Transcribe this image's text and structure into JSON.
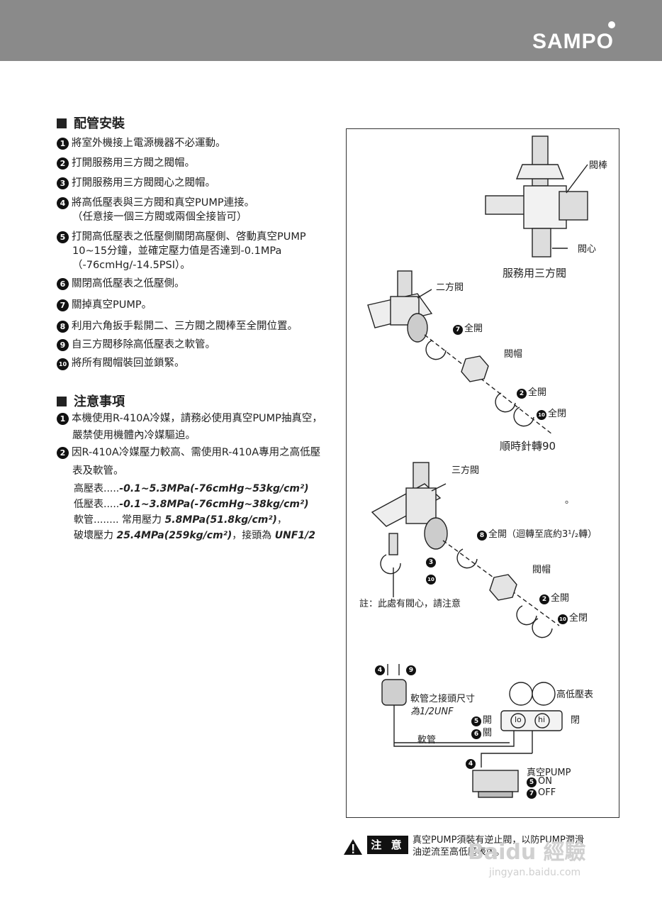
{
  "header": {
    "logo": "SAMPO"
  },
  "piping": {
    "title": "配管安裝",
    "steps": [
      {
        "n": "1",
        "text": "將室外機接上電源機器不必運動。"
      },
      {
        "n": "2",
        "text": "打開服務用三方閥之閥帽。"
      },
      {
        "n": "3",
        "text": "打開服務用三方閥閥心之閥帽。"
      },
      {
        "n": "4",
        "text": "將高低壓表與三方閥和真空PUMP連接。",
        "sub": "（任意接一個三方閥或兩個全接皆可）"
      },
      {
        "n": "5",
        "text": "打開高低壓表之低壓側關閉高壓側、啓動真空PUMP",
        "sub": "10~15分鐘，並確定壓力值是否達到-0.1MPa",
        "sub2": "（-76cmHg/-14.5PSI）。"
      },
      {
        "n": "6",
        "text": "關閉高低壓表之低壓側。"
      },
      {
        "n": "7",
        "text": "關掉真空PUMP。"
      },
      {
        "n": "8",
        "text": "利用六角扳手鬆開二、三方閥之閥棒至全開位置。"
      },
      {
        "n": "9",
        "text": "自三方閥移除高低壓表之軟管。"
      },
      {
        "n": "10",
        "text": "將所有閥帽裝回並鎖緊。"
      }
    ]
  },
  "caution": {
    "title": "注意事項",
    "items": [
      {
        "n": "1",
        "text": "本機使用R-410A冷媒，請務必使用真空PUMP抽真空，",
        "sub": "嚴禁使用機體內冷媒驅迫。"
      },
      {
        "n": "2",
        "text": "因R-410A冷媒壓力較高、需使用R-410A專用之高低壓",
        "sub": "表及軟管。"
      }
    ],
    "specs": {
      "high_label": "高壓表.....",
      "high_value": "-0.1~5.3MPa(-76cmHg~53kg/cm²)",
      "low_label": "低壓表.....",
      "low_value": "-0.1~3.8MPa(-76cmHg~38kg/cm²)",
      "hose_label": "軟管........ 常用壓力",
      "hose_value": "5.8MPa(51.8kg/cm²)",
      "hose_comma": "，",
      "burst_label": "破壞壓力",
      "burst_value": "25.4MPa(259kg/cm²)",
      "burst_mid": "，接頭為",
      "burst_unf": "UNF1/2"
    }
  },
  "diagram": {
    "valve_rod": "閥棒",
    "valve_core": "閥心",
    "service_valve": "服務用三方閥",
    "two_way": "二方閥",
    "full_open_7": "全開",
    "cap_1": "閥帽",
    "full_open_2a": "全開",
    "full_close_10a": "全閉",
    "clockwise": "順時針轉90",
    "three_way": "三方閥",
    "dot": "。",
    "full_open_8": "全開（迴轉至底約3¹/₂轉）",
    "cap_2": "閥帽",
    "full_open_2b": "全開",
    "full_close_10b": "全閉",
    "note": "註：此處有閥心，請注意",
    "hose_size": "軟管之接頭尺寸",
    "hose_size_2": "為1/2UNF",
    "gauge": "高低壓表",
    "open": "開",
    "close_6": "關",
    "lo": "lo",
    "hi": "hi",
    "close": "閉",
    "hose": "軟管",
    "pump": "真空PUMP",
    "on": "ON",
    "off": "OFF"
  },
  "notice": {
    "label": "注 意",
    "text_1": "真空PUMP須裝有逆止閥，以防PUMP潤滑",
    "text_2": "油逆流至高低壓表內。"
  },
  "watermark": {
    "brand": "Baidu 經驗",
    "url": "jingyan.baidu.com"
  }
}
